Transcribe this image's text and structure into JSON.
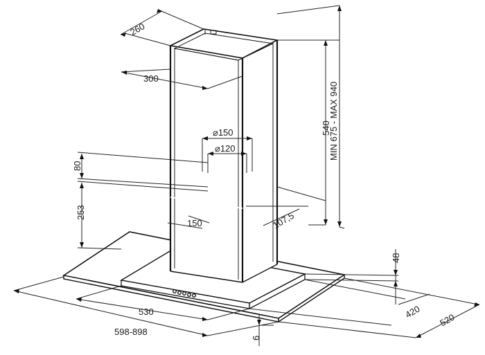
{
  "dimensions": {
    "chimney_depth": "260",
    "chimney_width": "300",
    "outlet_outer": "⌀150",
    "outlet_inner": "⌀120",
    "motor_height": "80",
    "body_height": "253",
    "motor_offset": "150",
    "motor_depth": "107,5",
    "chimney_height": "540",
    "total_height": "MIN 675 - MAX 940",
    "glass_thickness_h": "48",
    "canopy_width": "530",
    "total_width": "598-898",
    "glass_thickness": "6",
    "canopy_depth": "420",
    "total_depth": "520"
  }
}
